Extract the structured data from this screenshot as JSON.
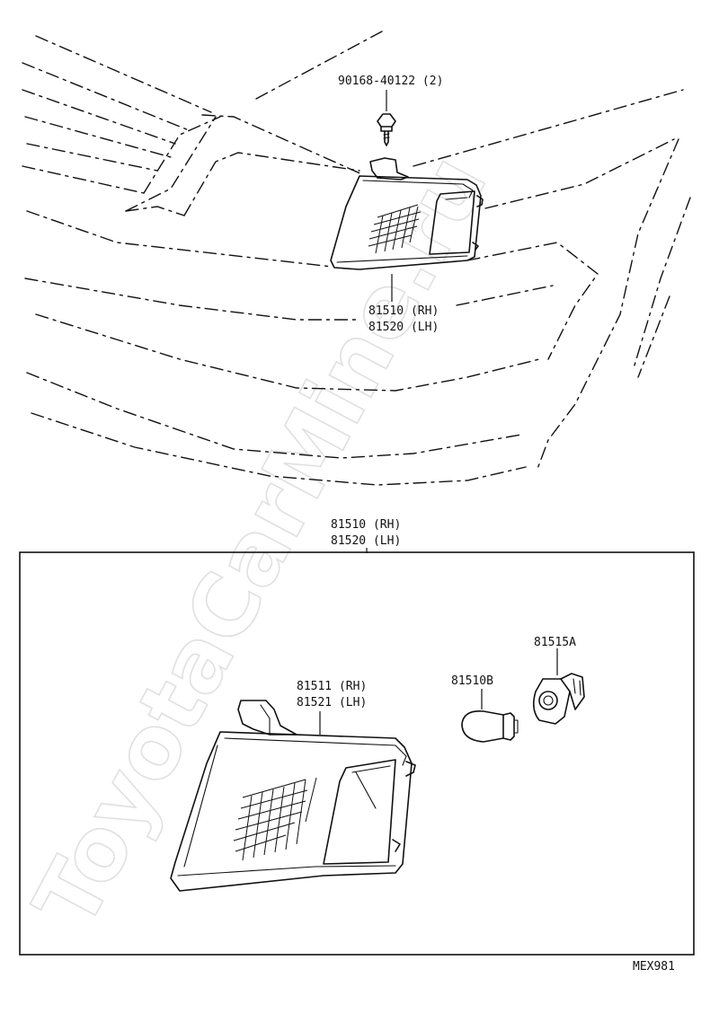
{
  "watermark": "ToyotaCarMine.ru",
  "diagram_code": "MEX981",
  "upper": {
    "screw_part": "90168-40122 (2)",
    "lamp_rh": "81510 (RH)",
    "lamp_lh": "81520 (LH)"
  },
  "assembly": {
    "title_rh": "81510 (RH)",
    "title_lh": "81520 (LH)",
    "lens_rh": "81511 (RH)",
    "lens_lh": "81521 (LH)",
    "bulb": "81510B",
    "socket": "81515A"
  }
}
